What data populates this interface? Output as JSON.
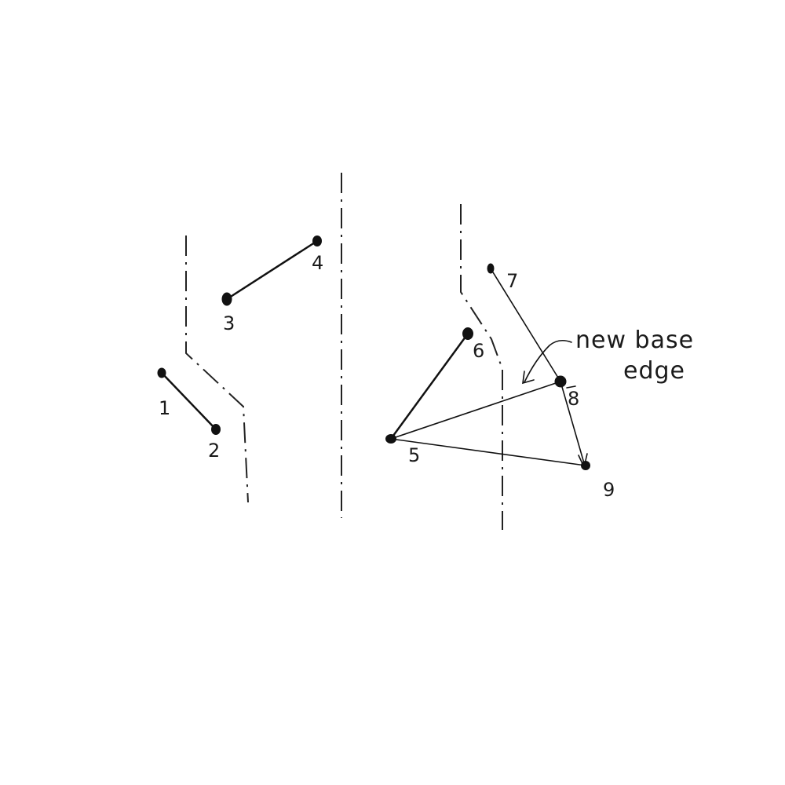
{
  "nodes": [
    {
      "id": "1",
      "label": "1"
    },
    {
      "id": "2",
      "label": "2"
    },
    {
      "id": "3",
      "label": "3"
    },
    {
      "id": "4",
      "label": "4"
    },
    {
      "id": "5",
      "label": "5"
    },
    {
      "id": "6",
      "label": "6"
    },
    {
      "id": "7",
      "label": "7"
    },
    {
      "id": "8",
      "label": "8"
    },
    {
      "id": "9",
      "label": "9"
    }
  ],
  "edges": [
    {
      "from": "1",
      "to": "2"
    },
    {
      "from": "3",
      "to": "4"
    },
    {
      "from": "5",
      "to": "6"
    },
    {
      "from": "5",
      "to": "8"
    },
    {
      "from": "5",
      "to": "9"
    },
    {
      "from": "7",
      "to": "8"
    },
    {
      "from": "8",
      "to": "9"
    }
  ],
  "annotation": {
    "line1": "new base",
    "line2": "edge",
    "points_to": "edge 5-8"
  },
  "colors": {
    "ink": "#111111",
    "background": "#ffffff"
  }
}
